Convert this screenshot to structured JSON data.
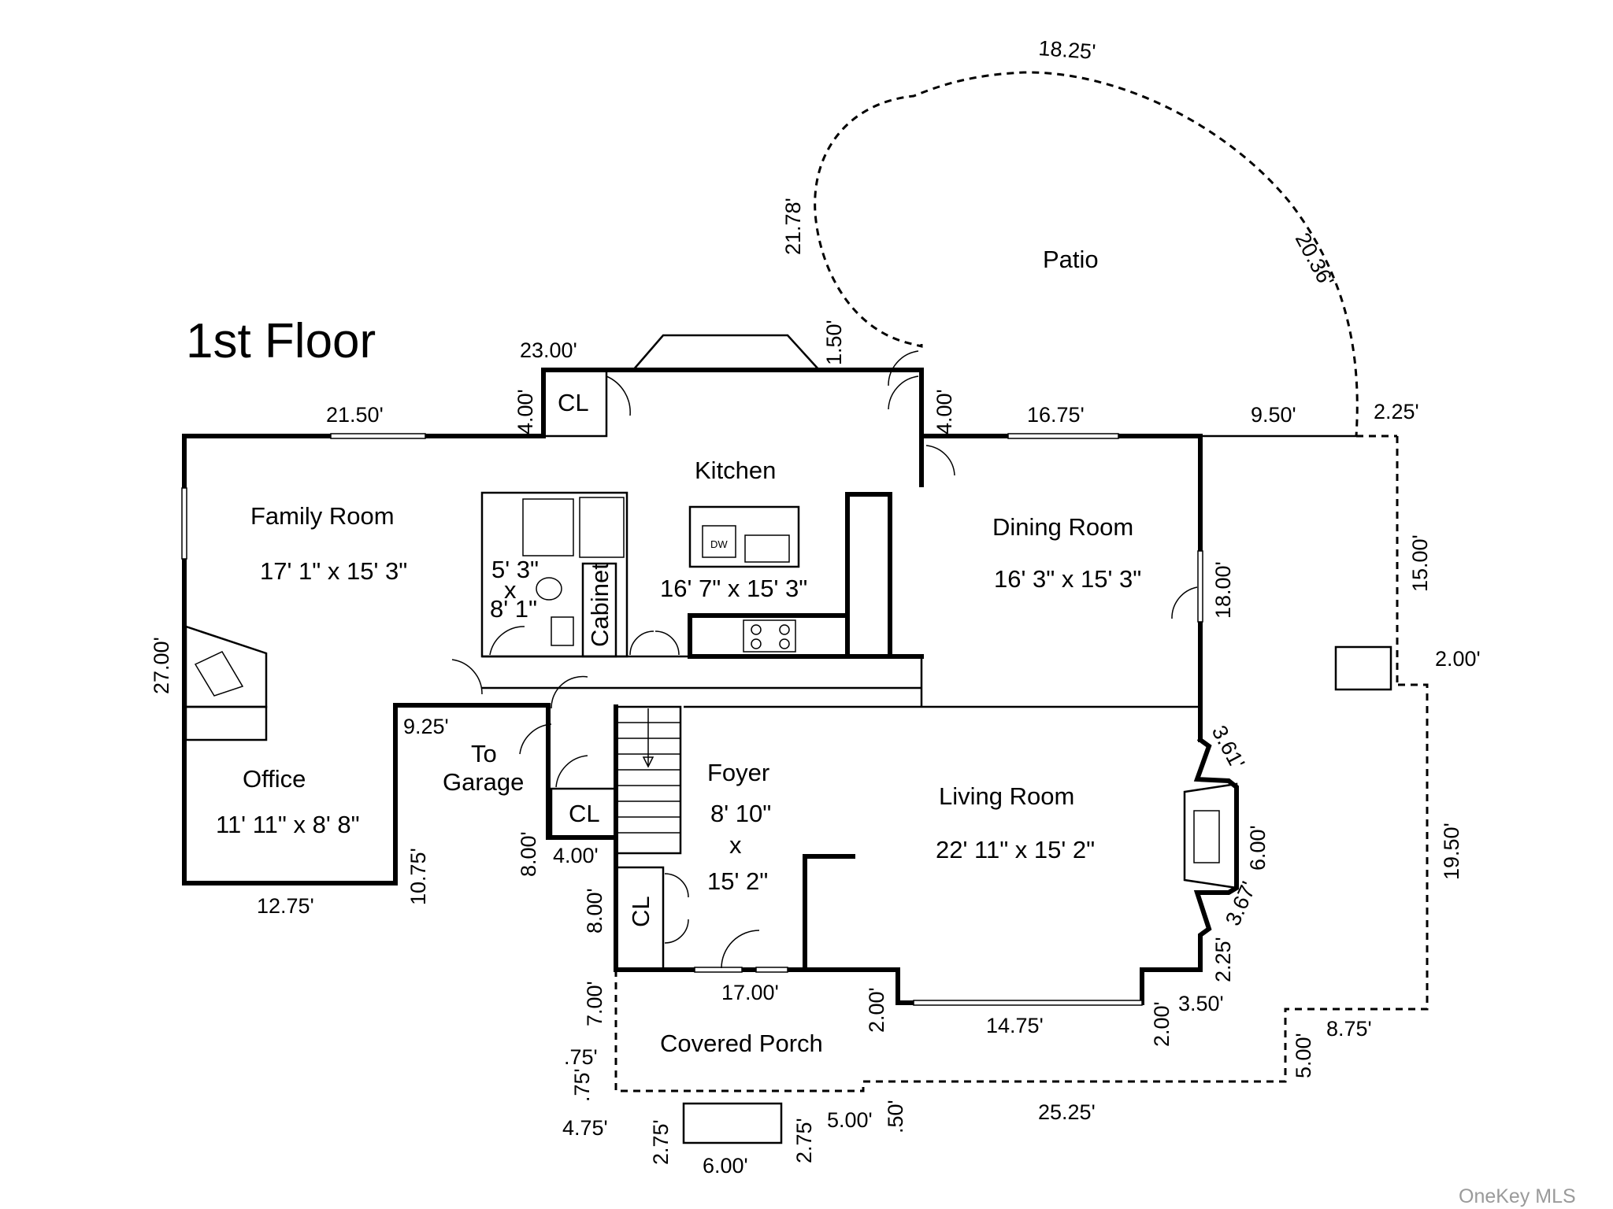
{
  "title": "1st Floor",
  "watermark": "OneKey MLS",
  "rooms": {
    "patio": "Patio",
    "kitchen": "Kitchen",
    "kitchen_size": "16' 7\" x 15' 3\"",
    "family_room": "Family Room",
    "family_room_size": "17' 1\" x 15' 3\"",
    "dining_room": "Dining Room",
    "dining_room_size": "16' 3\" x 15' 3\"",
    "bath_w": "5' 3\"",
    "bath_x": "x",
    "bath_h": "8' 1\"",
    "cabinet": "Cabinet",
    "office": "Office",
    "office_size": "11' 11\" x 8' 8\"",
    "to": "To",
    "garage": "Garage",
    "foyer": "Foyer",
    "foyer_w": "8' 10\"",
    "foyer_x": "x",
    "foyer_h": "15' 2\"",
    "living_room": "Living Room",
    "living_room_size": "22' 11\" x 15' 2\"",
    "covered_porch": "Covered Porch",
    "closet_top": "CL",
    "closet_mid": "CL",
    "closet_porch": "CL",
    "dw": "DW"
  },
  "dims": {
    "patio_top": "18.25'",
    "patio_left": "21.78'",
    "patio_right": "20.36'",
    "patio_step": "1.50'",
    "top_23": "23.00'",
    "top_21": "21.50'",
    "cl_4a": "4.00'",
    "cl_4b": "4.00'",
    "top_1675": "16.75'",
    "top_950": "9.50'",
    "top_225": "2.25'",
    "right_15": "15.00'",
    "right_2": "2.00'",
    "right_1950": "19.50'",
    "right_875": "8.75'",
    "right_5": "5.00'",
    "left_27": "27.00'",
    "dining_18": "18.00'",
    "office_925": "9.25'",
    "office_1075": "10.75'",
    "office_1275": "12.75'",
    "foyer_8a": "8.00'",
    "foyer_4": "4.00'",
    "foyer_8b": "8.00'",
    "bay_361a": "3.61'",
    "bay_6": "6.00'",
    "bay_361b": "3.67'",
    "bay_225": "2.25'",
    "porch_7": "7.00'",
    "porch_17": "17.00'",
    "porch_2a": "2.00'",
    "porch_1475": "14.75'",
    "porch_2b": "2.00'",
    "porch_350": "3.50'",
    "porch_075a": ".75'",
    "porch_075b": ".75'",
    "porch_475": "4.75'",
    "step_275a": "2.75'",
    "step_275b": "2.75'",
    "step_6": "6.00'",
    "porch_5": "5.00'",
    "porch_050": ".50'",
    "porch_2525": "25.25'"
  }
}
